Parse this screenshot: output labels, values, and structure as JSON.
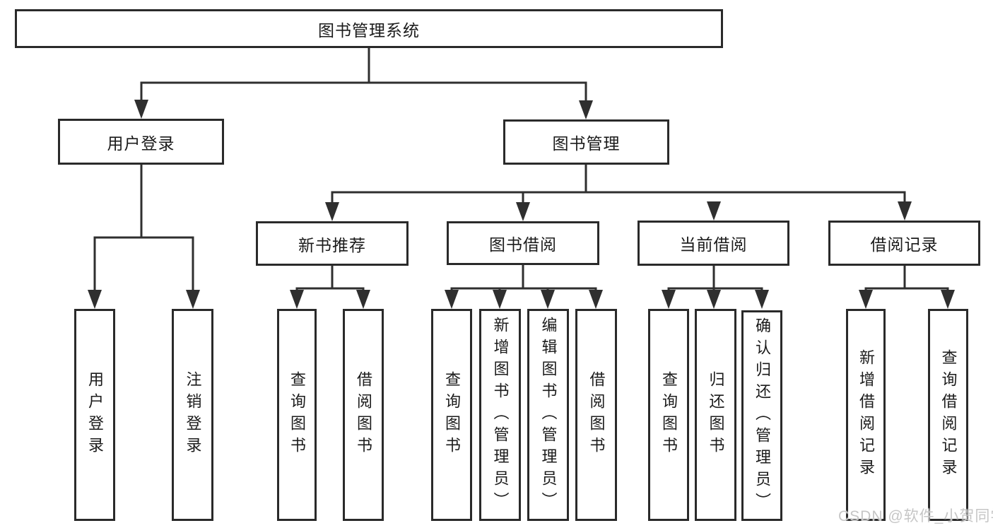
{
  "diagram": {
    "type": "hierarchy-tree",
    "title": "图书管理系统",
    "colors": {
      "line": "#2f2f2f",
      "box_border": "#2a2a2a",
      "box_fill": "#ffffff",
      "text": "#1b1b1b",
      "watermark": "#c6c6c6",
      "background": "#ffffff"
    },
    "tree": {
      "label": "图书管理系统",
      "children": [
        {
          "label": "用户登录",
          "children": [
            {
              "label": "用户登录"
            },
            {
              "label": "注销登录"
            }
          ]
        },
        {
          "label": "图书管理",
          "children": [
            {
              "label": "新书推荐",
              "children": [
                {
                  "label": "查询图书"
                },
                {
                  "label": "借阅图书"
                }
              ]
            },
            {
              "label": "图书借阅",
              "children": [
                {
                  "label": "查询图书"
                },
                {
                  "label": "新增图书（管理员）"
                },
                {
                  "label": "编辑图书（管理员）"
                },
                {
                  "label": "借阅图书"
                }
              ]
            },
            {
              "label": "当前借阅",
              "children": [
                {
                  "label": "查询图书"
                },
                {
                  "label": "归还图书"
                },
                {
                  "label": "确认归还（管理员）"
                }
              ]
            },
            {
              "label": "借阅记录",
              "children": [
                {
                  "label": "新增借阅记录"
                },
                {
                  "label": "查询借阅记录"
                }
              ]
            }
          ]
        }
      ]
    }
  },
  "watermark": "CSDN @软件_小贺同学"
}
